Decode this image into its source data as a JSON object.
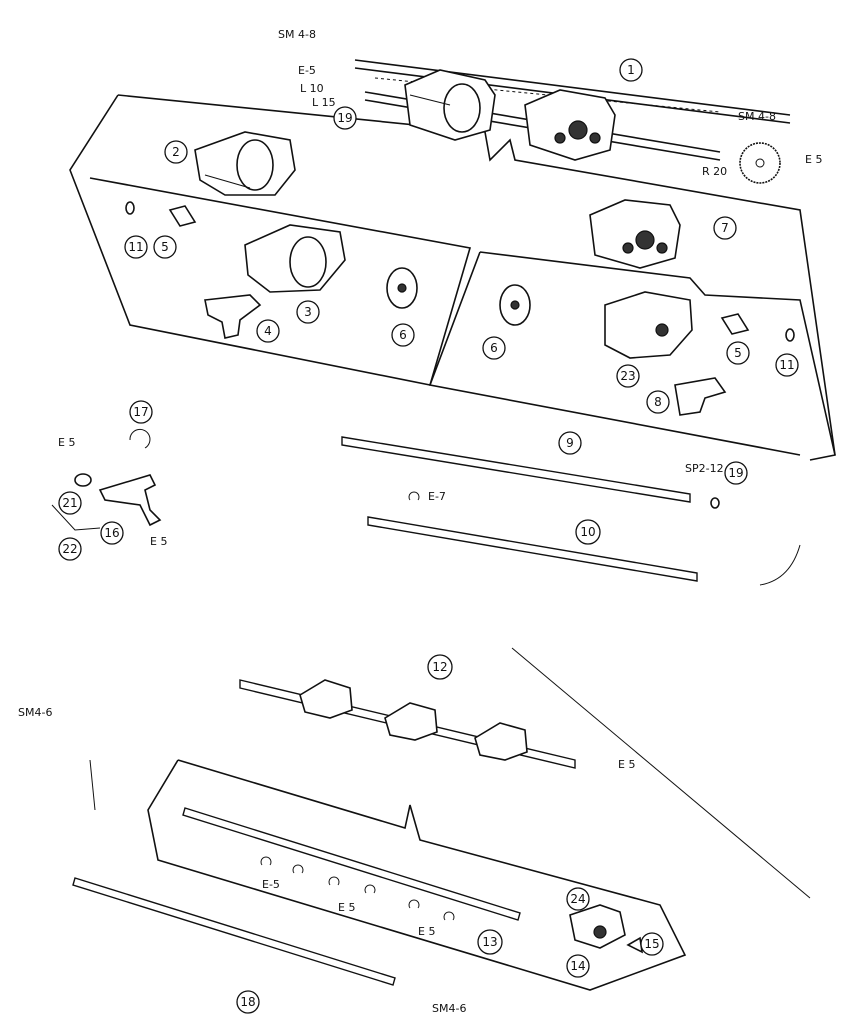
{
  "callouts": [
    {
      "id": "c1",
      "text": "1"
    },
    {
      "id": "c2",
      "text": "2"
    },
    {
      "id": "c3",
      "text": "3"
    },
    {
      "id": "c4",
      "text": "4"
    },
    {
      "id": "c5a",
      "text": "5"
    },
    {
      "id": "c5b",
      "text": "5"
    },
    {
      "id": "c6a",
      "text": "6"
    },
    {
      "id": "c6b",
      "text": "6"
    },
    {
      "id": "c7",
      "text": "7"
    },
    {
      "id": "c8",
      "text": "8"
    },
    {
      "id": "c9",
      "text": "9"
    },
    {
      "id": "c10",
      "text": "10"
    },
    {
      "id": "c11a",
      "text": "11"
    },
    {
      "id": "c11b",
      "text": "11"
    },
    {
      "id": "c12",
      "text": "12"
    },
    {
      "id": "c13",
      "text": "13"
    },
    {
      "id": "c14",
      "text": "14"
    },
    {
      "id": "c15",
      "text": "15"
    },
    {
      "id": "c16",
      "text": "16"
    },
    {
      "id": "c17",
      "text": "17"
    },
    {
      "id": "c18",
      "text": "18"
    },
    {
      "id": "c19a",
      "text": "19"
    },
    {
      "id": "c19b",
      "text": "19"
    },
    {
      "id": "c21",
      "text": "21"
    },
    {
      "id": "c22",
      "text": "22"
    },
    {
      "id": "c23",
      "text": "23"
    },
    {
      "id": "c24",
      "text": "24"
    }
  ],
  "hardware_labels": {
    "sm48_top": "SM 4-8",
    "e5_top": "E-5",
    "l10": "L 10",
    "l15": "L 15",
    "sm48_right": "SM 4-8",
    "e5_right": "E 5",
    "r20": "R 20",
    "e5_left": "E 5",
    "e5_lever": "E 5",
    "e7": "E-7",
    "sp212": "SP2-12",
    "sm46_left": "SM4-6",
    "e5_shaft12": "E 5",
    "e5_a": "E-5",
    "e5_b": "E 5",
    "e5_c": "E 5",
    "sm46_bottom": "SM4-6"
  }
}
